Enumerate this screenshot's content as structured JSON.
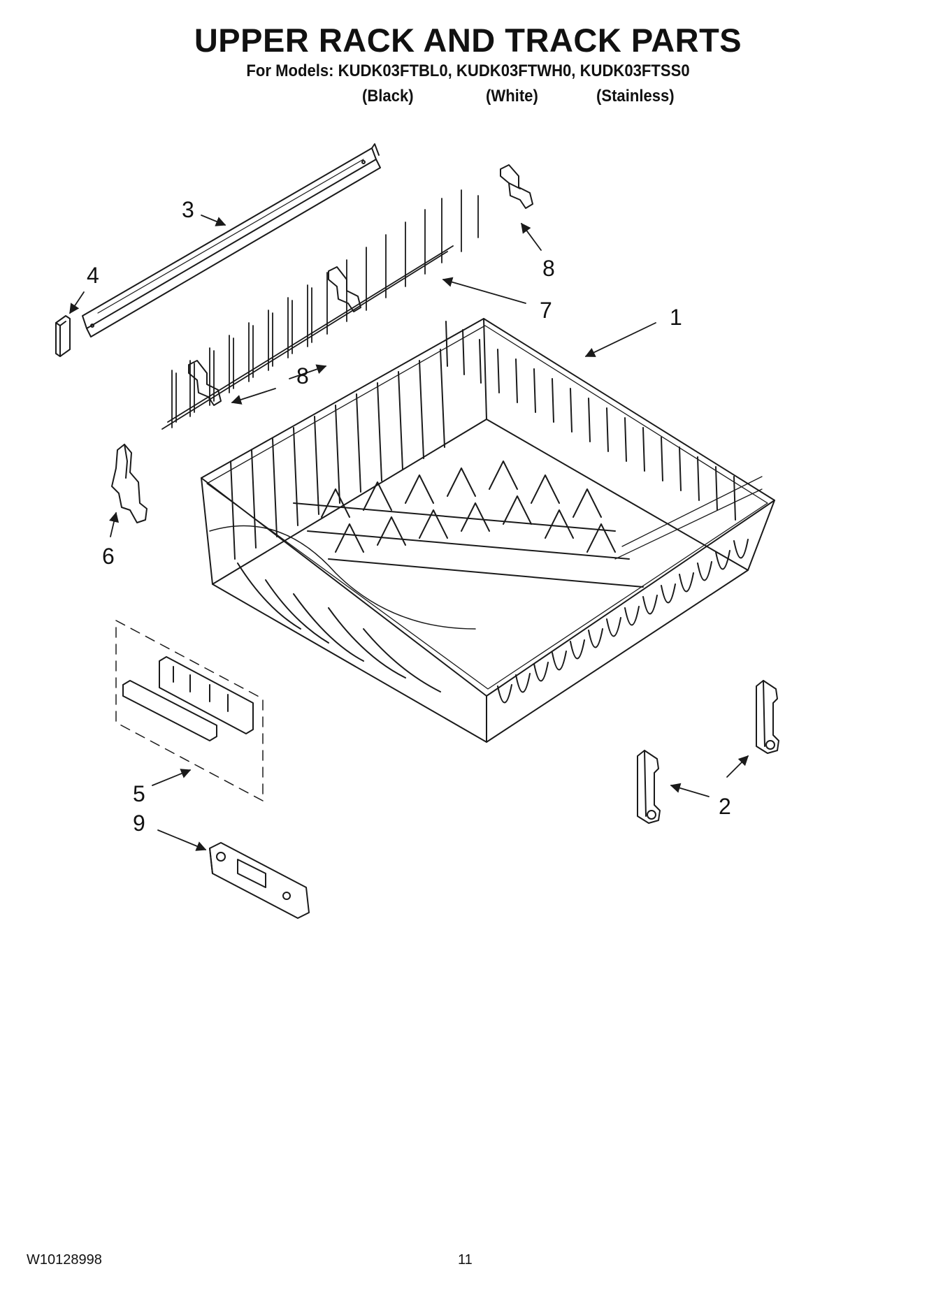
{
  "header": {
    "title": "UPPER RACK AND TRACK PARTS",
    "models_line": "For Models: KUDK03FTBL0, KUDK03FTWH0, KUDK03FTSS0",
    "variants": [
      "(Black)",
      "(White)",
      "(Stainless)"
    ]
  },
  "callouts": {
    "c1": "1",
    "c2": "2",
    "c3": "3",
    "c4": "4",
    "c5": "5",
    "c6": "6",
    "c7": "7",
    "c8_top": "8",
    "c8_mid": "8",
    "c9": "9"
  },
  "footer": {
    "document_number": "W10128998",
    "page_number": "11"
  },
  "colors": {
    "line": "#1a1a1a",
    "background": "#ffffff"
  }
}
